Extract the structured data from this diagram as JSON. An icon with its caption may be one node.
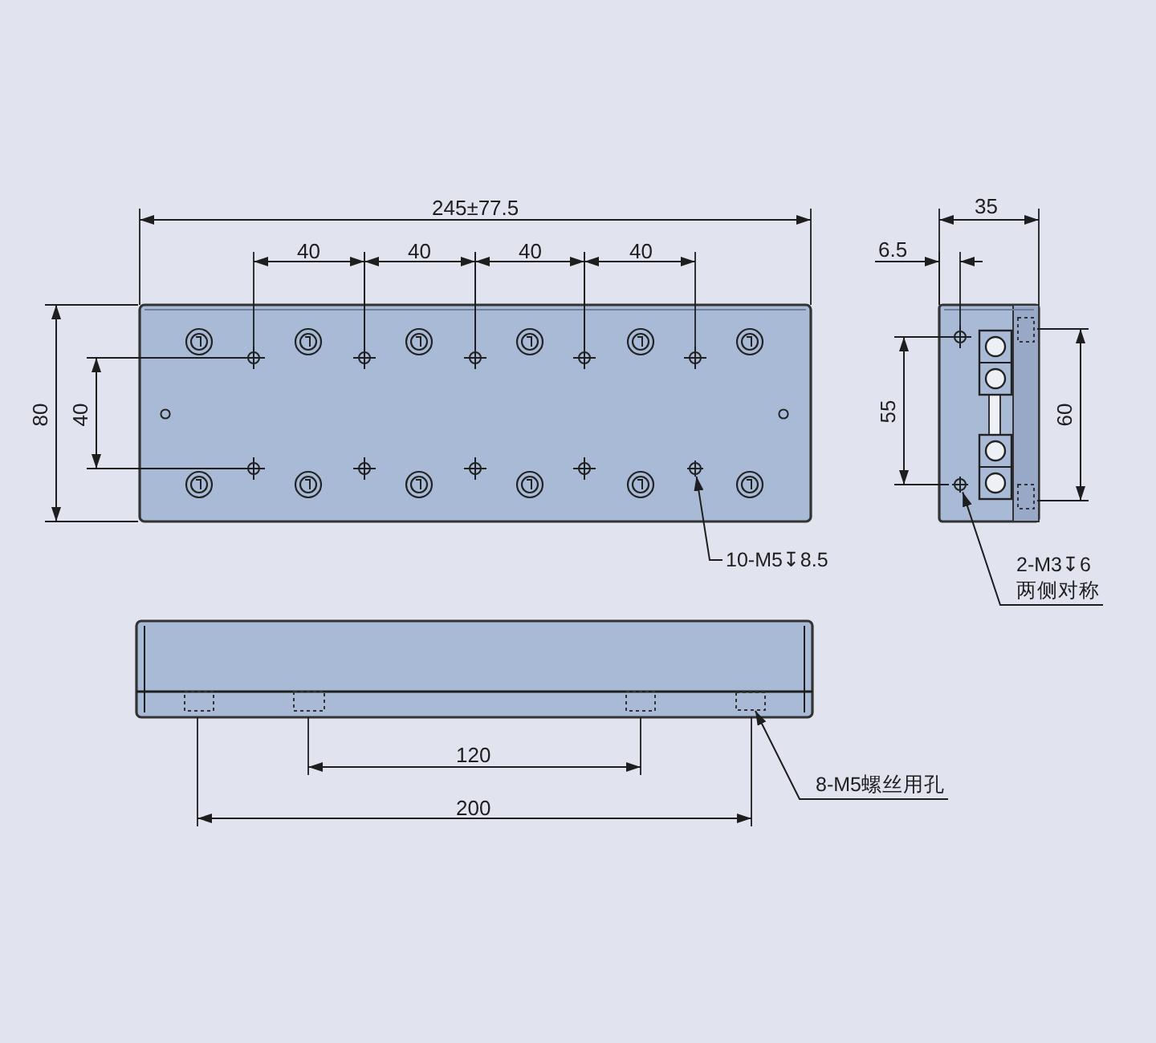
{
  "diagram": {
    "nodes": [
      {
        "text": [],
        "shape": "circle"
      },
      {
        "text": [
          "10-M5↧8.5"
        ]
      },
      {
        "text": [],
        "shape": "circle"
      },
      {
        "text": [
          "2-M3↧6",
          "两侧对称"
        ]
      },
      {
        "text": [],
        "shape": "box"
      },
      {
        "text": [
          "8-M5螺丝用孔"
        ]
      }
    ],
    "edges": [
      {
        "from": 1,
        "to": 0,
        "arrow": "to"
      },
      {
        "from": 3,
        "to": 2,
        "arrow": "to"
      },
      {
        "from": 5,
        "to": 4,
        "arrow": "to"
      }
    ],
    "labels": [
      "245±77.5",
      "35",
      "40",
      "40",
      "40",
      "40",
      "6.5",
      "80",
      "40",
      "55",
      "60",
      "120",
      "200"
    ]
  }
}
